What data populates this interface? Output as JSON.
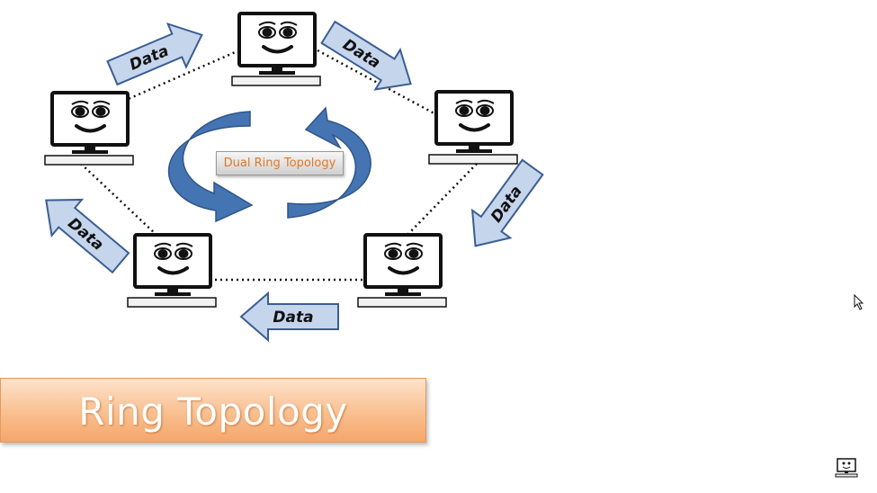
{
  "diagram": {
    "center_label": "Dual Ring Topology",
    "arrow_label": "Data"
  },
  "banner": {
    "title": "Ring Topology"
  },
  "colors": {
    "arrow_fill": "#c5d5ec",
    "arrow_stroke": "#3a5e93",
    "ring_arrow": "#4574b2",
    "banner": "#f7b27b"
  }
}
